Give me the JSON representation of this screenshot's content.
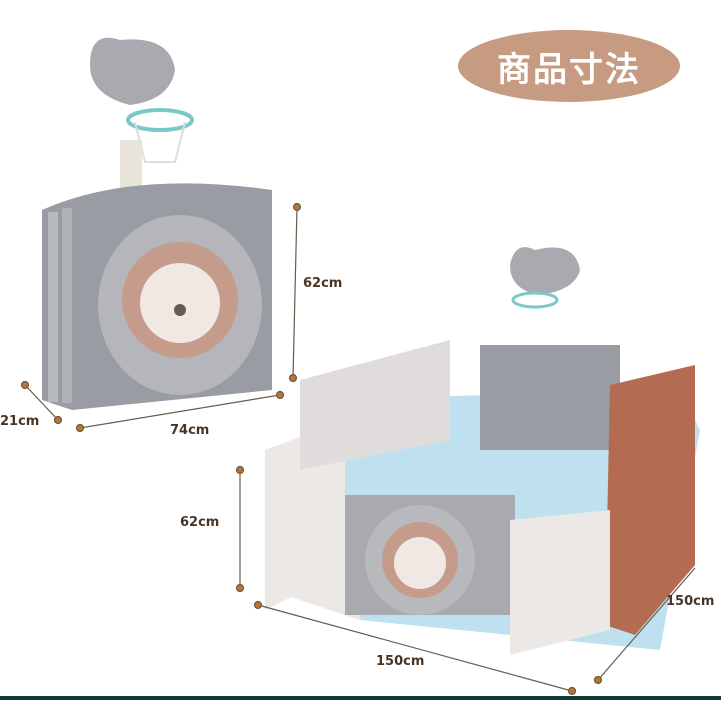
{
  "title": "商品寸法",
  "colors": {
    "accent": "#c79a82",
    "dimension_text": "#4a3524",
    "dot": "#b8752c",
    "panel_gray": "#9a9ca3",
    "panel_light": "#ece8e6",
    "panel_rust": "#b36c52"
  },
  "folded": {
    "height": "62cm",
    "depth": "21cm",
    "width": "74cm"
  },
  "assembled": {
    "height": "62cm",
    "width": "150cm",
    "depth": "150cm"
  }
}
